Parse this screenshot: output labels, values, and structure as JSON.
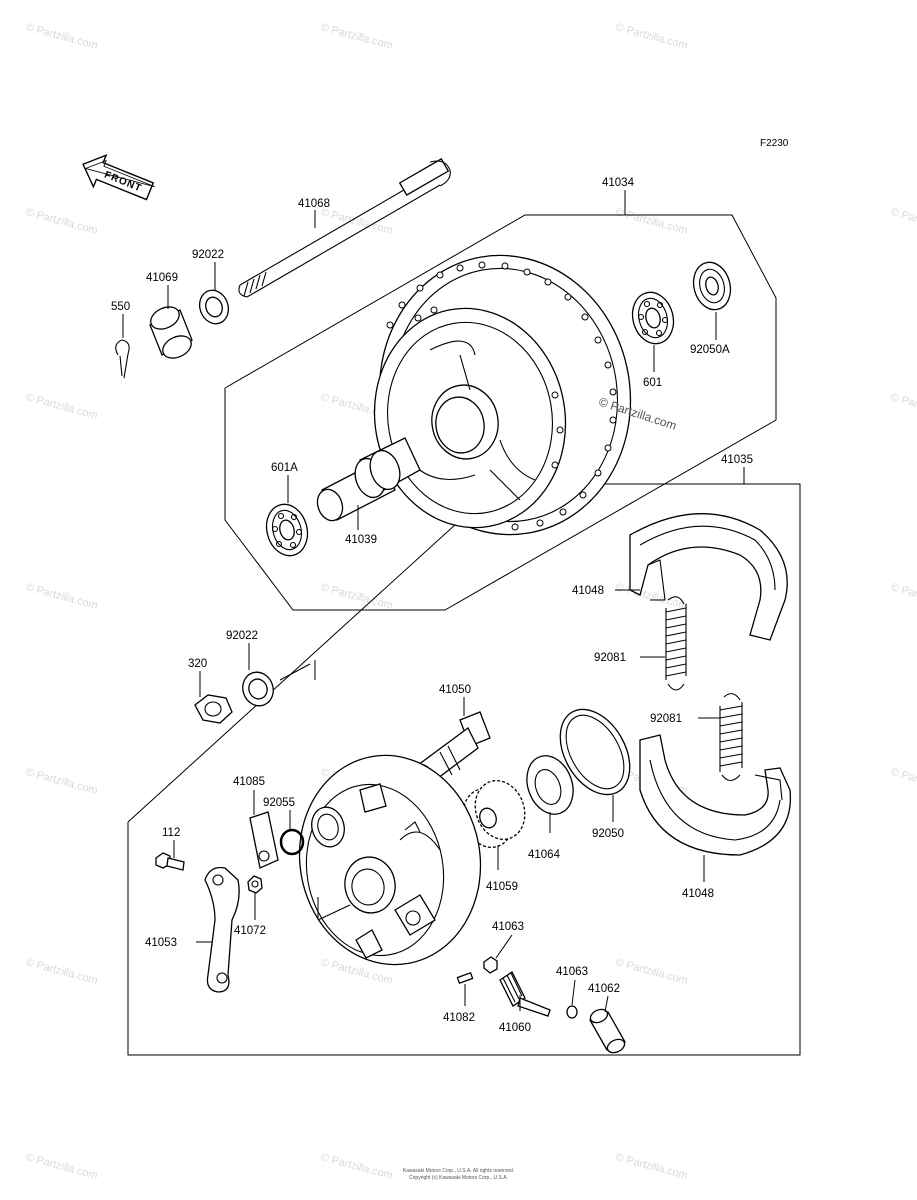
{
  "diagram_code": "F2230",
  "front_label": "FRONT",
  "watermark_text": "© Partzilla.com",
  "center_watermark": "© Partzilla.com",
  "labels": {
    "p41068": "41068",
    "p92022a": "92022",
    "p41069": "41069",
    "p550": "550",
    "p41034": "41034",
    "p601": "601",
    "p92050A": "92050A",
    "p601A": "601A",
    "p41039": "41039",
    "p41035": "41035",
    "p41048a": "41048",
    "p92081a": "92081",
    "p92022b": "92022",
    "p320": "320",
    "p41050": "41050",
    "p92081b": "92081",
    "p41085": "41085",
    "p92055": "92055",
    "p112": "112",
    "p41064": "41064",
    "p92050": "92050",
    "p41059": "41059",
    "p41048b": "41048",
    "p41053": "41053",
    "p41072": "41072",
    "p41063a": "41063",
    "p41063b": "41063",
    "p41062": "41062",
    "p41082": "41082",
    "p41060": "41060"
  },
  "footer": {
    "line1": "Kawasaki Motors Corp., U.S.A. All rights reserved.",
    "line2": "Copyright (c) Kawasaki Motors Corp., U.S.A."
  }
}
